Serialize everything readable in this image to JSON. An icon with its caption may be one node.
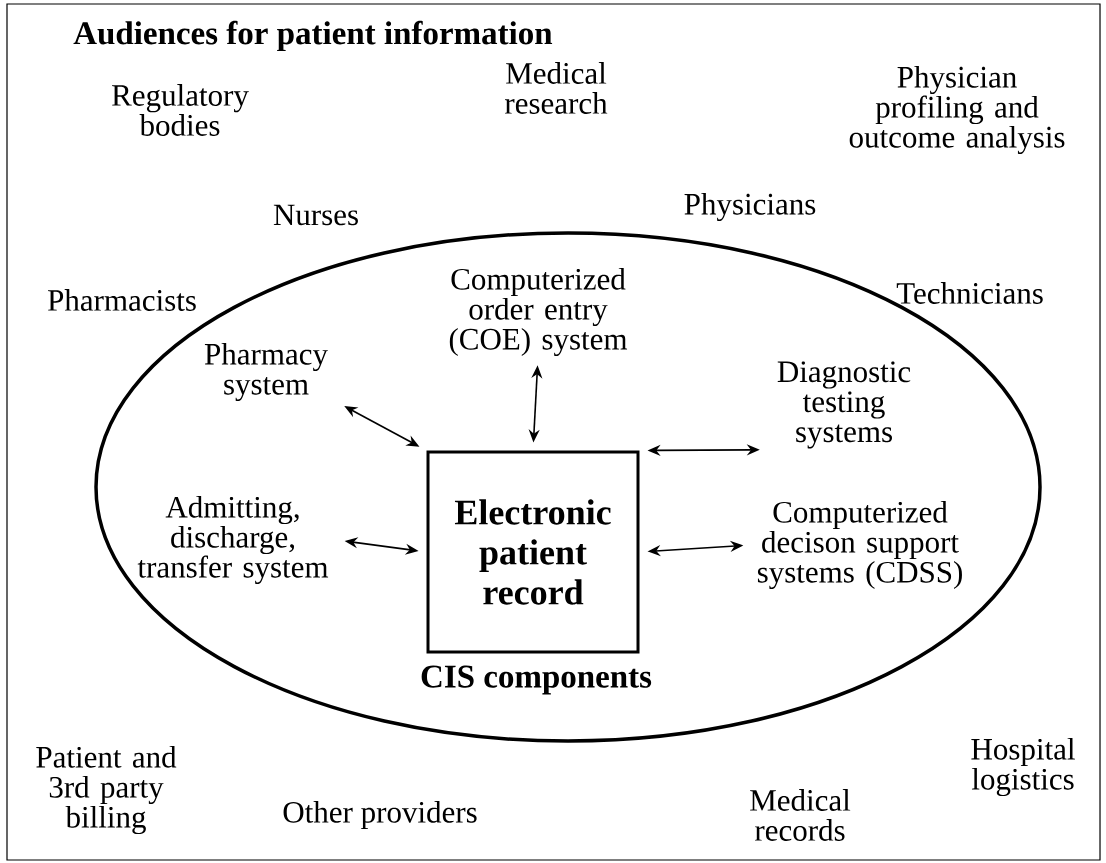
{
  "diagram": {
    "title": "Audiences for patient information",
    "nodes": [
      {
        "text": [
          "CIS components"
        ]
      },
      {
        "text": [
          "Electronic patient record"
        ],
        "in": 0
      },
      {
        "text": [
          "Computerized order entry (COE) system"
        ],
        "in": 0
      },
      {
        "text": [
          "Pharmacy system"
        ],
        "in": 0
      },
      {
        "text": [
          "Diagnostic testing systems"
        ],
        "in": 0
      },
      {
        "text": [
          "Admitting, discharge, transfer system"
        ],
        "in": 0
      },
      {
        "text": [
          "Computerized decison support systems (CDSS)"
        ],
        "in": 0
      }
    ],
    "edges": [
      {
        "from": 2,
        "to": 1,
        "arrow": "both"
      },
      {
        "from": 3,
        "to": 1,
        "arrow": "both"
      },
      {
        "from": 4,
        "to": 1,
        "arrow": "both"
      },
      {
        "from": 5,
        "to": 1,
        "arrow": "both"
      },
      {
        "from": 1,
        "to": 6,
        "arrow": "both"
      }
    ],
    "labels": [
      "Medical research",
      "Regulatory bodies",
      "Physician profiling and outcome analysis",
      "Physicians",
      "Nurses",
      "Technicians",
      "Pharmacists",
      "Hospital logistics",
      "Patient and 3rd party billing",
      "Medical records",
      "Other providers"
    ]
  }
}
